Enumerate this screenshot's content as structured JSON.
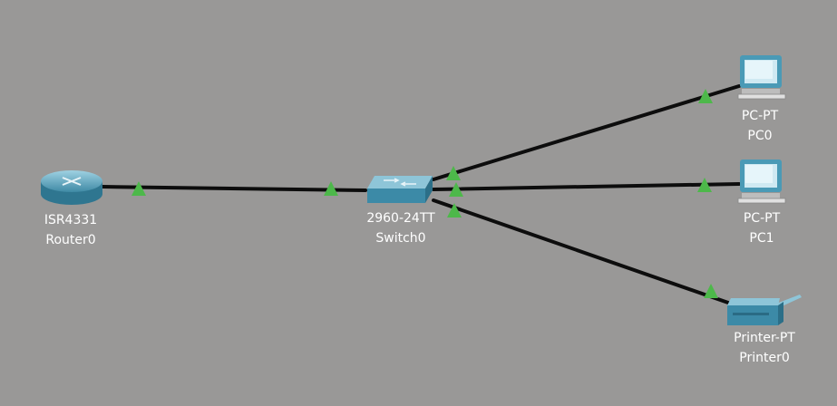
{
  "devices": {
    "router": {
      "model": "ISR4331",
      "name": "Router0"
    },
    "switch": {
      "model": "2960-24TT",
      "name": "Switch0"
    },
    "pc0": {
      "model": "PC-PT",
      "name": "PC0"
    },
    "pc1": {
      "model": "PC-PT",
      "name": "PC1"
    },
    "printer": {
      "model": "Printer-PT",
      "name": "Printer0"
    }
  },
  "links": [
    {
      "from": "router",
      "to": "switch",
      "status": "up"
    },
    {
      "from": "switch",
      "to": "pc0",
      "status": "up"
    },
    {
      "from": "switch",
      "to": "pc1",
      "status": "up"
    },
    {
      "from": "switch",
      "to": "printer",
      "status": "up"
    }
  ],
  "colors": {
    "background": "#999897",
    "cable": "#0d0d0d",
    "link_up": "#4db84a",
    "label_text": "#ffffff",
    "device_teal": "#3f93ae"
  }
}
